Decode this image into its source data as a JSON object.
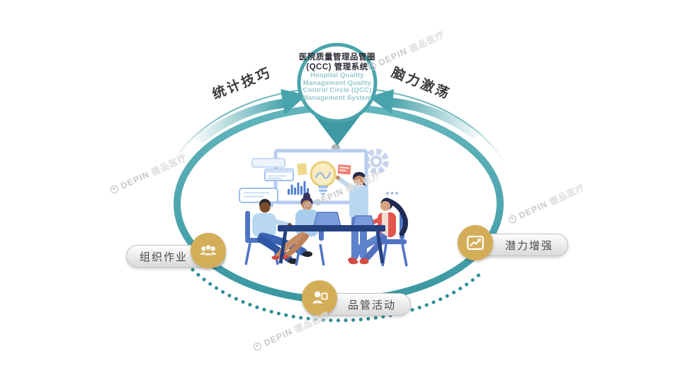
{
  "pin": {
    "title_cn_line1": "医院质量管理品管圈",
    "title_cn_line2": "(QCC) 管理系统",
    "title_en_lines": [
      "Hospital Quality",
      "Management Quality",
      "Control Circle (QCC)",
      "Management System"
    ]
  },
  "curved_labels": {
    "left": "统计技巧",
    "right": "脑力激荡"
  },
  "nodes": [
    {
      "id": "organize",
      "label": "组织作业",
      "icon": "team-icon"
    },
    {
      "id": "activity",
      "label": "品管活动",
      "icon": "person-computer-icon"
    },
    {
      "id": "potential",
      "label": "潜力增强",
      "icon": "growth-chart-icon"
    }
  ],
  "watermark": {
    "brand": "DEPIN",
    "cn": "德品医疗"
  },
  "colors": {
    "teal_ring": "#459fa8",
    "teal_dark": "#2e8e98",
    "pin_border": "#4aa4ac",
    "gold_node": "#d4ad58",
    "pill_text": "#4a4a4a",
    "pin_title": "#2b2f36",
    "pin_subtitle": "#96c8ce",
    "watermark_gray": "#c9c9c9"
  }
}
